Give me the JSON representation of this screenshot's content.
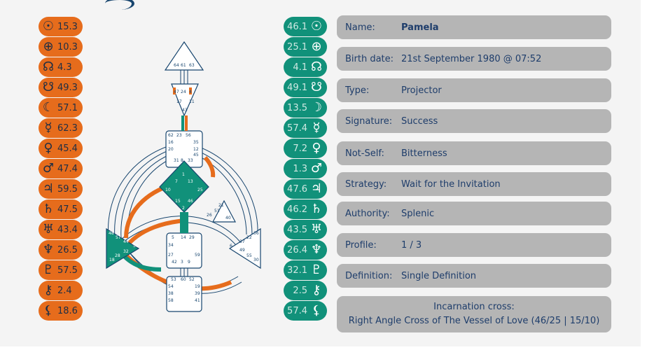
{
  "personality": [
    {
      "icon": "sun-icon",
      "glyph": "☉",
      "value": "15.3"
    },
    {
      "icon": "earth-icon",
      "glyph": "⊕",
      "value": "10.3"
    },
    {
      "icon": "north-node-icon",
      "glyph": "☊",
      "value": "4.3"
    },
    {
      "icon": "south-node-icon",
      "glyph": "☋",
      "value": "49.3"
    },
    {
      "icon": "moon-icon",
      "glyph": "☾",
      "value": "57.1"
    },
    {
      "icon": "mercury-icon",
      "glyph": "☿",
      "value": "62.3"
    },
    {
      "icon": "venus-icon",
      "glyph": "♀",
      "value": "45.4"
    },
    {
      "icon": "mars-icon",
      "glyph": "♂",
      "value": "47.4"
    },
    {
      "icon": "jupiter-icon",
      "glyph": "♃",
      "value": "59.5"
    },
    {
      "icon": "saturn-icon",
      "glyph": "♄",
      "value": "47.5"
    },
    {
      "icon": "uranus-icon",
      "glyph": "♅",
      "value": "43.4"
    },
    {
      "icon": "neptune-icon",
      "glyph": "♆",
      "value": "26.5"
    },
    {
      "icon": "pluto-icon",
      "glyph": "♇",
      "value": "57.5"
    },
    {
      "icon": "chiron-icon",
      "glyph": "⚷",
      "value": "2.4"
    },
    {
      "icon": "lilith-icon",
      "glyph": "⚸",
      "value": "18.6"
    }
  ],
  "design": [
    {
      "icon": "sun-icon",
      "glyph": "☉",
      "value": "46.1"
    },
    {
      "icon": "earth-icon",
      "glyph": "⊕",
      "value": "25.1"
    },
    {
      "icon": "north-node-icon",
      "glyph": "☊",
      "value": "4.1"
    },
    {
      "icon": "south-node-icon",
      "glyph": "☋",
      "value": "49.1"
    },
    {
      "icon": "moon-icon",
      "glyph": "☽",
      "value": "13.5"
    },
    {
      "icon": "mercury-icon",
      "glyph": "☿",
      "value": "57.4"
    },
    {
      "icon": "venus-icon",
      "glyph": "♀",
      "value": "7.2"
    },
    {
      "icon": "mars-icon",
      "glyph": "♂",
      "value": "1.3"
    },
    {
      "icon": "jupiter-icon",
      "glyph": "♃",
      "value": "47.6"
    },
    {
      "icon": "saturn-icon",
      "glyph": "♄",
      "value": "46.2"
    },
    {
      "icon": "uranus-icon",
      "glyph": "♅",
      "value": "43.5"
    },
    {
      "icon": "neptune-icon",
      "glyph": "♆",
      "value": "26.4"
    },
    {
      "icon": "pluto-icon",
      "glyph": "♇",
      "value": "32.1"
    },
    {
      "icon": "chiron-icon",
      "glyph": "⚷",
      "value": "2.5"
    },
    {
      "icon": "lilith-icon",
      "glyph": "⚸",
      "value": "57.4"
    }
  ],
  "info": {
    "name_label": "Name:",
    "name": "Pamela",
    "birth_label": "Birth date:",
    "birth": "21st September 1980 @ 07:52",
    "type_label": "Type:",
    "type": "Projector",
    "signature_label": "Signature:",
    "signature": "Success",
    "notself_label": "Not-Self:",
    "notself": "Bitterness",
    "strategy_label": "Strategy:",
    "strategy": "Wait for the Invitation",
    "authority_label": "Authority:",
    "authority": "Splenic",
    "profile_label": "Profile:",
    "profile": "1 / 3",
    "definition_label": "Definition:",
    "definition": "Single Definition",
    "cross_label": "Incarnation cross:",
    "cross": "Right Angle Cross of The Vessel of Love (46/25 | 15/10)"
  },
  "bodygraph": {
    "head_gates": [
      "64",
      "61",
      "63"
    ],
    "ajna_gates": [
      "47",
      "24",
      "4",
      "17",
      "11",
      "43"
    ],
    "throat_gates": [
      "62",
      "23",
      "56",
      "16",
      "35",
      "20",
      "12",
      "45",
      "31",
      "8",
      "33"
    ],
    "g_gates": [
      "1",
      "7",
      "13",
      "10",
      "25",
      "15",
      "46",
      "2"
    ],
    "ego_gates": [
      "21",
      "51",
      "26",
      "40"
    ],
    "spleen_gates": [
      "48",
      "57",
      "44",
      "50",
      "32",
      "28",
      "18"
    ],
    "sacral_gates": [
      "5",
      "14",
      "29",
      "34",
      "27",
      "59",
      "42",
      "3",
      "9"
    ],
    "solar_gates": [
      "36",
      "22",
      "37",
      "6",
      "49",
      "55",
      "30"
    ],
    "root_gates": [
      "53",
      "60",
      "52",
      "54",
      "19",
      "38",
      "39",
      "58",
      "41"
    ],
    "colors": {
      "design": "#11917a",
      "personality": "#e66c1c",
      "outline": "#17456e",
      "gate_dot": "#17456e"
    }
  }
}
